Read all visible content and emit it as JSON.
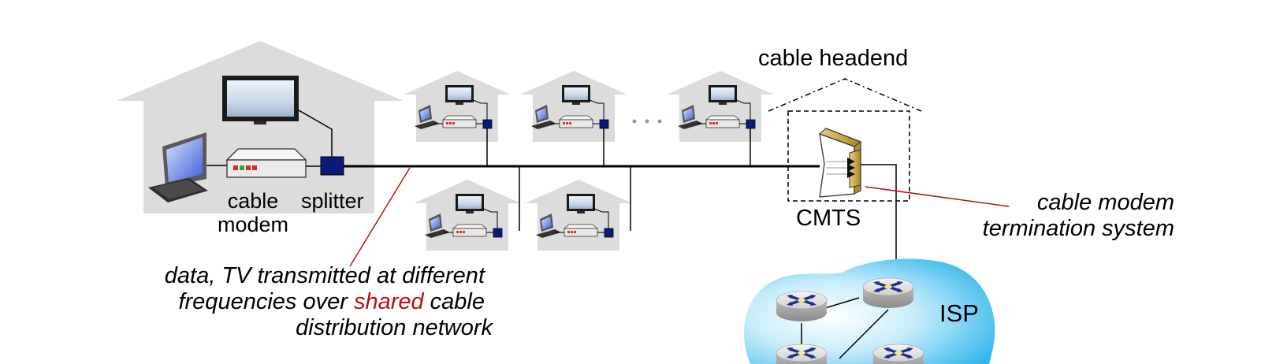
{
  "labels": {
    "cable_modem_line1": "cable",
    "cable_modem_line2": "modem",
    "splitter": "splitter",
    "cable_headend": "cable headend",
    "cmts": "CMTS",
    "cmts_desc_line1": "cable modem",
    "cmts_desc_line2": "termination system",
    "isp": "ISP",
    "ellipsis": "• • •"
  },
  "annotation": {
    "line1": "data, TV transmitted at different",
    "line2_before": "frequencies over ",
    "line2_highlight": "shared",
    "line2_after": " cable",
    "line3": "distribution network"
  },
  "colors": {
    "house": "#dcdcdc",
    "splitter": "#0b1a7a",
    "annotation_line": "#b3140f",
    "highlight_text": "#b3140f",
    "isp_cloud": "#4fc3f0",
    "cmts_body": "#c9a43a"
  }
}
